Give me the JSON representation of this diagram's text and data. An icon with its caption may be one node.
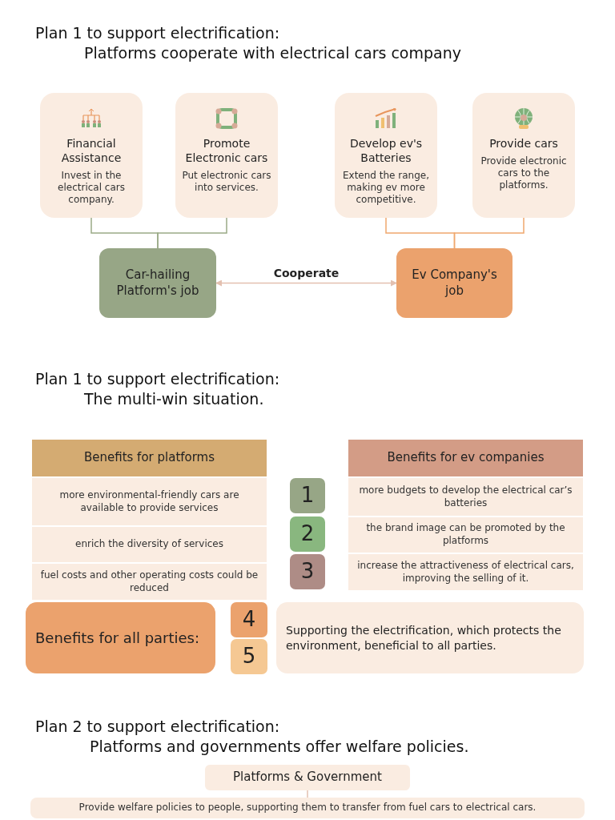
{
  "diagram": {
    "nodes": [
      {
        "text": [
          "Financial Assistance",
          "Invest in the electrical cars company."
        ]
      },
      {
        "text": [
          "Promote Electronic cars",
          "Put electronic cars into services."
        ]
      },
      {
        "text": [
          "Develop ev's Batteries",
          "Extend the range, making ev more competitive."
        ]
      },
      {
        "text": [
          "Provide cars",
          "Provide electronic cars to the platforms."
        ]
      },
      {
        "text": [
          "Car-hailing Platform's job"
        ]
      },
      {
        "text": [
          "Ev Company's job"
        ]
      },
      {
        "text": [
          "Platforms & Government"
        ]
      },
      {
        "text": [
          "Provide welfare policies to people, supporting them to transfer from fuel cars to electrical cars."
        ]
      },
      {
        "text": [
          "Benefits for platforms"
        ]
      },
      {
        "text": [
          "more environmental-friendly cars are available to provide services"
        ]
      },
      {
        "text": [
          "enrich the diversity of services"
        ]
      },
      {
        "text": [
          "fuel costs and other operating costs could be reduced"
        ]
      },
      {
        "text": [
          "Benefits for ev companies"
        ]
      },
      {
        "text": [
          "more budgets to develop the electrical car’s batteries"
        ]
      },
      {
        "text": [
          "the brand image can be promoted by the platforms"
        ]
      },
      {
        "text": [
          "increase the attractiveness of electrical cars, improving the selling of it."
        ]
      },
      {
        "text": [
          "1"
        ]
      },
      {
        "text": [
          "2"
        ]
      },
      {
        "text": [
          "3"
        ]
      },
      {
        "text": [
          "Benefits for all parties:"
        ]
      },
      {
        "text": [
          "4"
        ]
      },
      {
        "text": [
          "5"
        ]
      },
      {
        "text": [
          "Supporting the electrification, which protects the environment, beneficial to all parties."
        ]
      }
    ],
    "edges": [
      {
        "from": 0,
        "to": 4,
        "arrow": "none",
        "color": "#9aaa86"
      },
      {
        "from": 1,
        "to": 4,
        "arrow": "none",
        "color": "#9aaa86"
      },
      {
        "from": 2,
        "to": 5,
        "arrow": "none",
        "color": "#f0a86e"
      },
      {
        "from": 3,
        "to": 5,
        "arrow": "none",
        "color": "#f0a86e"
      },
      {
        "from": 4,
        "to": 5,
        "arrow": "both",
        "label": "Cooperate",
        "color": "#e3c0b0"
      },
      {
        "from": 6,
        "to": 7,
        "arrow": "none",
        "color": "#e3c0b0"
      }
    ],
    "labels": [
      "Plan 1 to support electrification:",
      "Platforms cooperate with electrical cars company",
      "Plan 1 to support electrification:",
      "The multi-win situation.",
      "Plan 2 to support electrification:",
      "Platforms and governments offer welfare policies."
    ]
  }
}
